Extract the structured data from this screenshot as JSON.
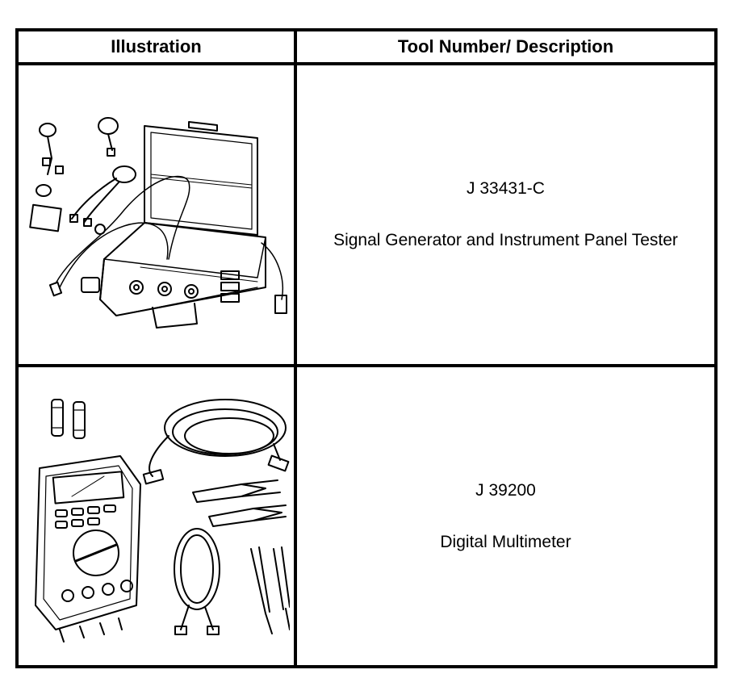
{
  "table": {
    "headers": {
      "illustration": "Illustration",
      "description": "Tool Number/ Description"
    },
    "rows": [
      {
        "tool_number": "J 33431-C",
        "description": "Signal Generator and Instrument Panel Tester",
        "illustration_icon": "signal-generator-case-icon"
      },
      {
        "tool_number": "J 39200",
        "description": "Digital Multimeter",
        "illustration_icon": "digital-multimeter-icon"
      }
    ]
  }
}
